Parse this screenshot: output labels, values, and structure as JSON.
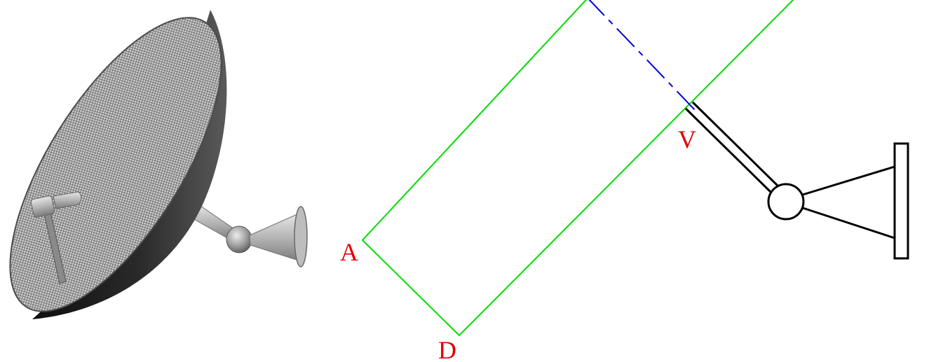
{
  "colors": {
    "background": "#ffffff",
    "label": "#e00000",
    "section_lines": "#00dd00",
    "axis_dashed": "#0000dd",
    "schematic": "#000000",
    "dish_light": "#c8c8c8",
    "dish_dark": "#1a1a1a"
  },
  "labels": {
    "a": "A",
    "d": "D",
    "v": "V"
  },
  "illustration": {
    "left": "3d-render-satellite-dish",
    "right": "schematic-dish-section"
  }
}
